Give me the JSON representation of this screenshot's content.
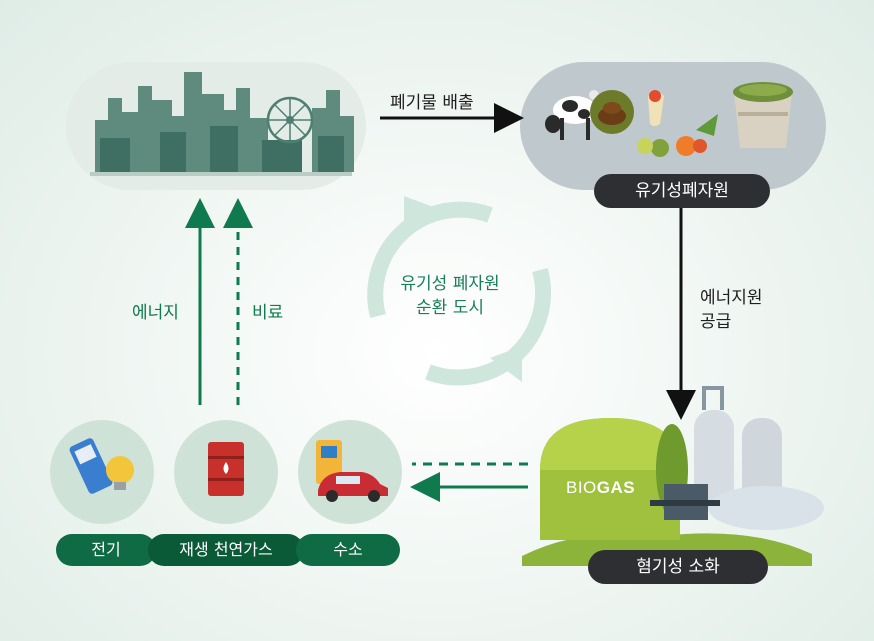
{
  "flow": {
    "city_to_waste": "폐기물 배출",
    "supply_label": "에너지원\n공급",
    "energy": "에너지",
    "fertilizer": "비료"
  },
  "nodes": {
    "organic_waste": "유기성폐자원",
    "anaerobic_digestion": "혐기성 소화",
    "biogas_sign": {
      "bio": "BIO",
      "gas": "GAS"
    }
  },
  "cycle": {
    "line1": "유기성 폐자원",
    "line2": "순환 도시"
  },
  "products": {
    "electricity": "전기",
    "renewable_gas": "재생 천연가스",
    "hydrogen": "수소"
  },
  "colors": {
    "dark_pill": "#2d2f33",
    "green_pill": "#0f6b43",
    "green_arrow": "#0f7a4d",
    "cycle_arrow": "#cfe6dc"
  }
}
